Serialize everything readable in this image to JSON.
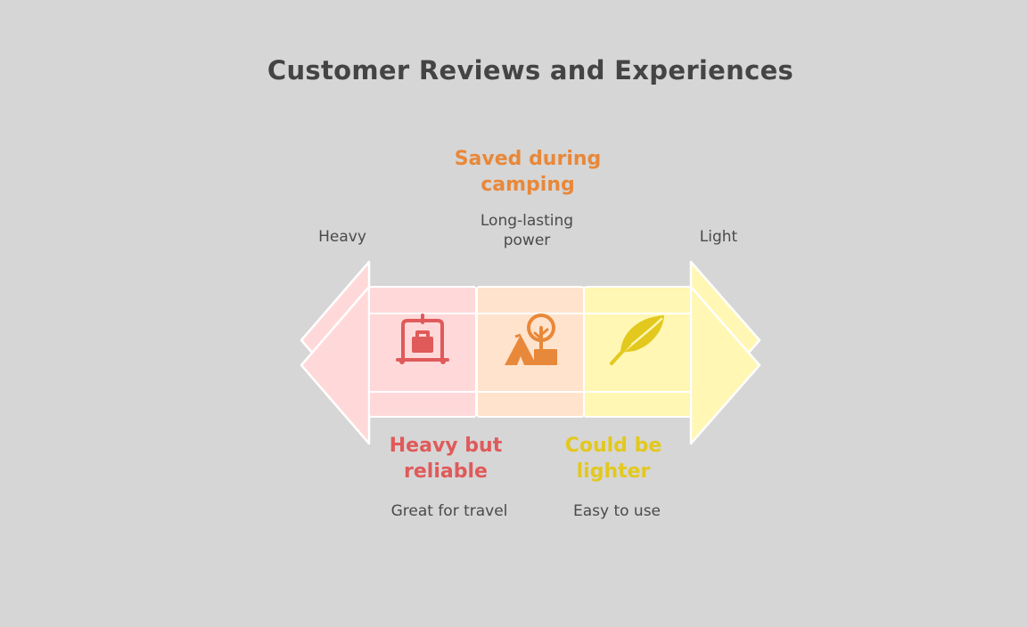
{
  "title": "Customer Reviews and Experiences",
  "scale": {
    "left_label": "Heavy",
    "right_label": "Light"
  },
  "segments": [
    {
      "heading": "Heavy but reliable",
      "description": "Great for travel",
      "icon": "luggage-cart-icon",
      "color": "#e05a5a",
      "fill": "#ffd9d9"
    },
    {
      "heading": "Saved during camping",
      "description": "Long-lasting power",
      "icon": "camping-tent-tree-icon",
      "color": "#e8883a",
      "fill": "#ffe3cc"
    },
    {
      "heading": "Could be lighter",
      "description": "Easy to use",
      "icon": "feather-icon",
      "color": "#e3c81e",
      "fill": "#fff7b3"
    }
  ]
}
